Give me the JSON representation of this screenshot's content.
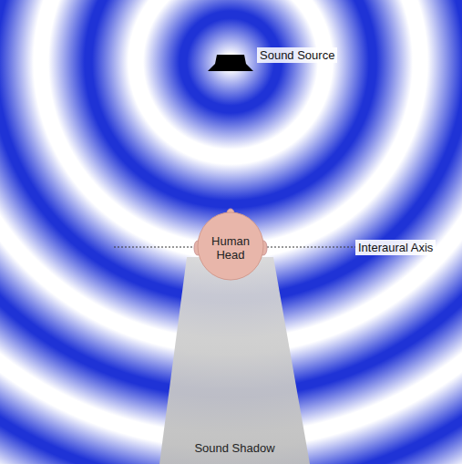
{
  "diagram": {
    "nodes": [
      {
        "text": [
          "Human Head"
        ]
      },
      {
        "text": [
          "Sound Shadow"
        ]
      }
    ],
    "labels": [
      "Sound Source",
      "Interaural Axis"
    ]
  }
}
